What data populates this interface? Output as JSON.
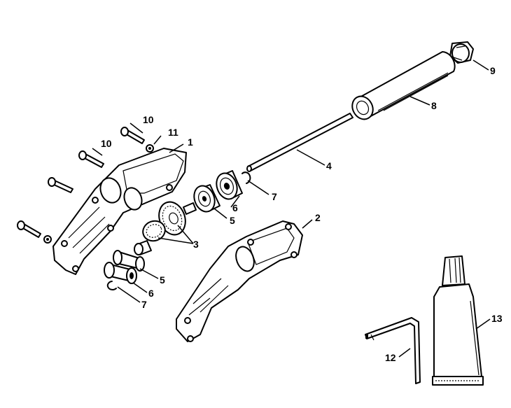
{
  "callouts": [
    {
      "id": "c10a",
      "text": "10"
    },
    {
      "id": "c10b",
      "text": "10"
    },
    {
      "id": "c11",
      "text": "11"
    },
    {
      "id": "c1",
      "text": "1"
    },
    {
      "id": "c4",
      "text": "4"
    },
    {
      "id": "c7a",
      "text": "7"
    },
    {
      "id": "c6a",
      "text": "6"
    },
    {
      "id": "c5a",
      "text": "5"
    },
    {
      "id": "c3",
      "text": "3"
    },
    {
      "id": "c5b",
      "text": "5"
    },
    {
      "id": "c6b",
      "text": "6"
    },
    {
      "id": "c7b",
      "text": "7"
    },
    {
      "id": "c2",
      "text": "2"
    },
    {
      "id": "c8",
      "text": "8"
    },
    {
      "id": "c9",
      "text": "9"
    },
    {
      "id": "c12",
      "text": "12"
    },
    {
      "id": "c13",
      "text": "13"
    }
  ]
}
